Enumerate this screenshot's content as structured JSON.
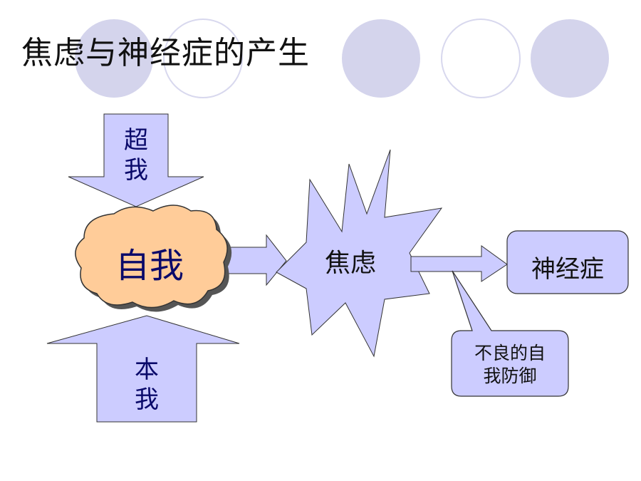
{
  "slide": {
    "title": "焦虑与神经症的产生"
  },
  "diagram": {
    "superego_line1": "超",
    "superego_line2": "我",
    "ego": "自我",
    "id_line1": "本",
    "id_line2": "我",
    "anxiety": "焦虑",
    "neurosis": "神经症",
    "callout_line1": "不良的自",
    "callout_line2": "我防御"
  },
  "colors": {
    "lavender_fill": "#ccccff",
    "outline": "#333333",
    "cloud_fill": "#ffcc99",
    "decor_circle": "#d4d4ec",
    "title_text": "#111111",
    "label_text": "#0a0a6a"
  }
}
